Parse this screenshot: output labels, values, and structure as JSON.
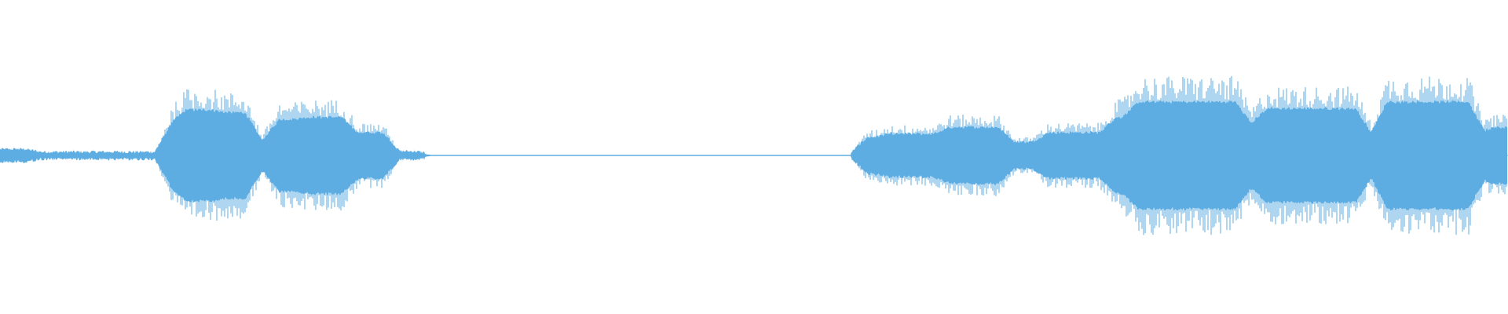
{
  "waveform": {
    "color": "#5dade2",
    "background": "#ffffff",
    "segments": [
      {
        "from": 0.0,
        "to": 0.014,
        "level": 0.07
      },
      {
        "from": 0.014,
        "to": 0.022,
        "level": 0.07
      },
      {
        "from": 0.022,
        "to": 0.108,
        "level": 0.03
      },
      {
        "from": 0.108,
        "to": 0.118,
        "level": 0.45
      },
      {
        "from": 0.118,
        "to": 0.145,
        "level": 0.66
      },
      {
        "from": 0.145,
        "to": 0.168,
        "level": 0.62
      },
      {
        "from": 0.168,
        "to": 0.18,
        "level": 0.22
      },
      {
        "from": 0.18,
        "to": 0.2,
        "level": 0.52
      },
      {
        "from": 0.2,
        "to": 0.232,
        "level": 0.55
      },
      {
        "from": 0.232,
        "to": 0.26,
        "level": 0.32
      },
      {
        "from": 0.26,
        "to": 0.28,
        "level": 0.04
      },
      {
        "from": 0.28,
        "to": 0.57,
        "level": 0.01
      },
      {
        "from": 0.57,
        "to": 0.585,
        "level": 0.25
      },
      {
        "from": 0.585,
        "to": 0.625,
        "level": 0.3
      },
      {
        "from": 0.625,
        "to": 0.668,
        "level": 0.4
      },
      {
        "from": 0.668,
        "to": 0.69,
        "level": 0.18
      },
      {
        "from": 0.69,
        "to": 0.735,
        "level": 0.32
      },
      {
        "from": 0.735,
        "to": 0.75,
        "level": 0.55
      },
      {
        "from": 0.75,
        "to": 0.825,
        "level": 0.78
      },
      {
        "from": 0.825,
        "to": 0.835,
        "level": 0.45
      },
      {
        "from": 0.835,
        "to": 0.905,
        "level": 0.68
      },
      {
        "from": 0.905,
        "to": 0.915,
        "level": 0.3
      },
      {
        "from": 0.915,
        "to": 0.98,
        "level": 0.78
      },
      {
        "from": 0.98,
        "to": 0.985,
        "level": 0.3
      },
      {
        "from": 0.985,
        "to": 1.0,
        "level": 0.4
      }
    ]
  }
}
